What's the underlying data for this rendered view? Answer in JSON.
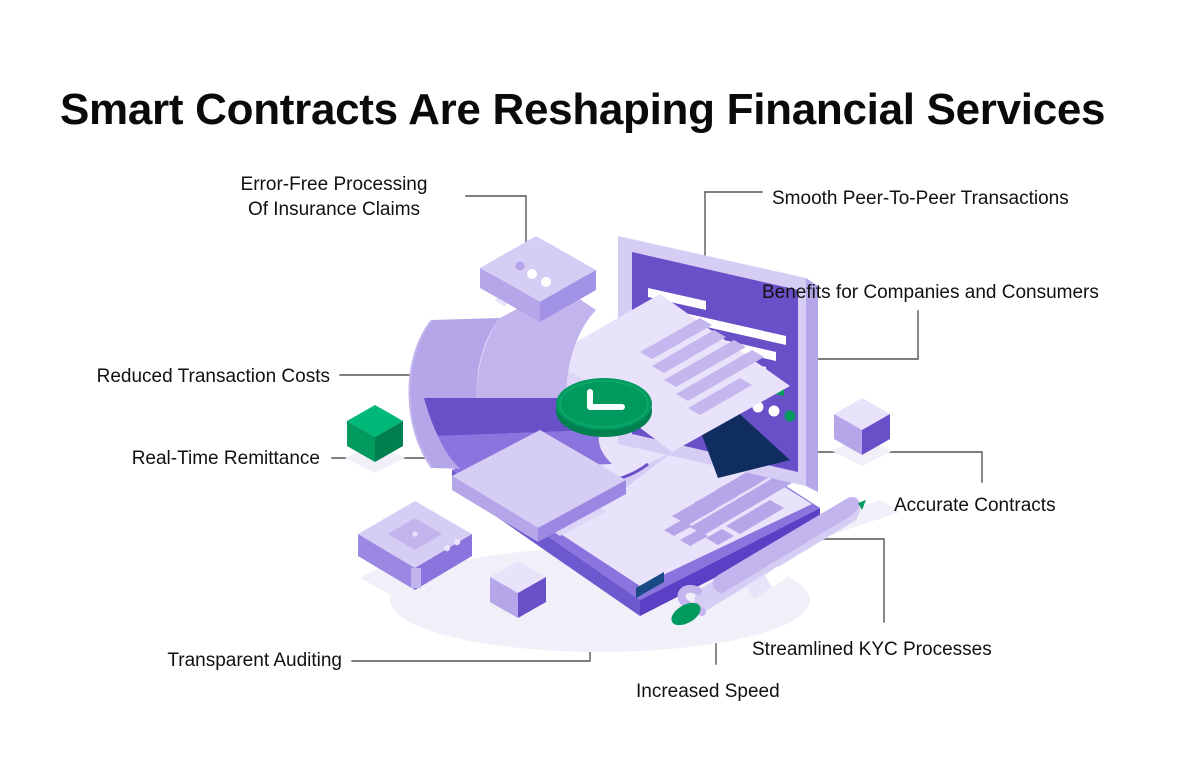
{
  "page": {
    "title": "Smart Contracts Are Reshaping Financial Services",
    "background_color": "#ffffff",
    "text_color": "#111111"
  },
  "palette": {
    "purple_dark": "#5b3fc4",
    "purple_screen": "#6950c8",
    "purple_mid": "#8a74de",
    "lavender": "#b4a6e8",
    "lavender_light": "#d5cdf4",
    "lavender_pale": "#e8e3fa",
    "navy": "#0f2d5e",
    "green": "#00995e",
    "green_dark": "#00804f",
    "white": "#ffffff",
    "connector_line": "#555555",
    "shadow": "#f0eef8"
  },
  "callouts": [
    {
      "id": "error-free-processing",
      "label": "Error-Free Processing\nOf Insurance Claims",
      "side": "left"
    },
    {
      "id": "reduced-transaction-costs",
      "label": "Reduced Transaction Costs",
      "side": "left"
    },
    {
      "id": "real-time-remittance",
      "label": "Real-Time Remittance",
      "side": "left"
    },
    {
      "id": "transparent-auditing",
      "label": "Transparent Auditing",
      "side": "left"
    },
    {
      "id": "smooth-peer-to-peer",
      "label": "Smooth Peer-To-Peer Transactions",
      "side": "right"
    },
    {
      "id": "benefits-companies-consumers",
      "label": "Benefits for Companies and Consumers",
      "side": "right"
    },
    {
      "id": "accurate-contracts",
      "label": "Accurate Contracts",
      "side": "right"
    },
    {
      "id": "streamlined-kyc",
      "label": "Streamlined KYC Processes",
      "side": "right"
    },
    {
      "id": "increased-speed",
      "label": "Increased Speed",
      "side": "bottom"
    }
  ],
  "illustration": {
    "description": "Isometric scene of an open laptop with a printed contract document, a green clock seal, a card reader terminal, a router box, a pen and three floating cubes.",
    "objects": [
      {
        "name": "laptop",
        "color": "#6950c8"
      },
      {
        "name": "laptop-screen",
        "color": "#6950c8"
      },
      {
        "name": "laptop-keyboard",
        "color": "#b4a6e8"
      },
      {
        "name": "contract-document",
        "color": "#e8e3fa"
      },
      {
        "name": "clock-seal",
        "color": "#00995e"
      },
      {
        "name": "card-reader",
        "color": "#d5cdf4"
      },
      {
        "name": "reader-handle",
        "color": "#00995e"
      },
      {
        "name": "router-box",
        "color": "#b4a6e8"
      },
      {
        "name": "pen",
        "color": "#d5cdf4"
      },
      {
        "name": "pen-tip",
        "color": "#00995e"
      },
      {
        "name": "cube-green",
        "color": "#00995e"
      },
      {
        "name": "cube-purple-right",
        "color": "#6950c8"
      },
      {
        "name": "cube-purple-bottom",
        "color": "#6950c8"
      }
    ]
  }
}
